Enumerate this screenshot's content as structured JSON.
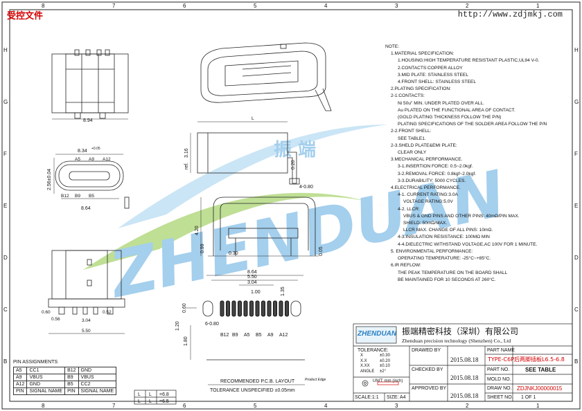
{
  "header": {
    "stamp": "受控文件",
    "url": "http://www.zdjmkj.com"
  },
  "watermark": {
    "text": "ZHENDUAN",
    "cn": "振 端"
  },
  "border": {
    "cols": [
      "8",
      "7",
      "6",
      "5",
      "4",
      "3",
      "2",
      "1"
    ],
    "rows": [
      "H",
      "G",
      "F",
      "E",
      "D",
      "C",
      "B",
      "A"
    ]
  },
  "dims": {
    "top_width": "8.94",
    "front_width_top": "8.34",
    "front_tol": "+0.05",
    "front_height": "2.56±0.04",
    "front_pins_top": [
      "A5",
      "A9",
      "A12"
    ],
    "front_pins_bottom": [
      "B12",
      "B9",
      "B5"
    ],
    "front_width_bottom": "8.64",
    "side_height": "3.16",
    "side_height_prefix": "ref.",
    "lead_0_20": "0.20",
    "lead_4x": "4-0.80",
    "profile_height": "4.20",
    "profile_099": "0.99",
    "profile_030": "0.30",
    "profile_005": "0.05",
    "side2_060": "0.60",
    "side2_056": "0.56",
    "side2_304": "3.04",
    "side2_052": "0.52",
    "side2_550": "5.50",
    "pcb_864": "8.64",
    "pcb_550": "5.50",
    "pcb_304": "3.04",
    "pcb_100": "1.00",
    "pcb_135": "1.35",
    "pcb_060": "0.60",
    "pcb_120": "1.20",
    "pcb_180": "1.80",
    "pcb_6x": "6-0.80",
    "pcb_pins": [
      "B12",
      "B9",
      "A5",
      "B5",
      "A9",
      "A12"
    ],
    "pcb_caption": "RECOMMENDED  P.C.B. LAYOUT",
    "pcb_tolerance": "TOLERANCE  UNSPECIFIED  ±0.05mm",
    "pcb_edge": "Product Edge"
  },
  "notes": [
    {
      "lvl": "n1",
      "t": "NOTE:"
    },
    {
      "lvl": "n2",
      "t": "1.MATERIAL SPECIFICATION:"
    },
    {
      "lvl": "n3",
      "t": "1.HOUSING:HIGH TEMPERATURE RESISTANT PLASTIC,UL94 V-0."
    },
    {
      "lvl": "n3",
      "t": "2.CONTACTS:COPPER ALLOY"
    },
    {
      "lvl": "n3",
      "t": "3.MID PLATE:  STAINLESS STEEL"
    },
    {
      "lvl": "n3",
      "t": "4.FRONT SHELL:  STAINLESS STEEL"
    },
    {
      "lvl": "n2",
      "t": "2.PLATING SPECIFICATION:"
    },
    {
      "lvl": "n2",
      "t": "  2-1:CONTACTS:"
    },
    {
      "lvl": "n3",
      "t": "Ni 50u\" MIN. UNDER PLATED OVER ALL."
    },
    {
      "lvl": "n3",
      "t": "Au PLATED ON THE FUNCTIONAL AREA OF CONTACT."
    },
    {
      "lvl": "n3",
      "t": "(GOLD PLATING THICKNESS FOLLOW THE P/N)"
    },
    {
      "lvl": "n3",
      "t": "PLATING SPECIFICATIONS OF THE SOLDER AREA FOLLOW THE P/N"
    },
    {
      "lvl": "n2",
      "t": "  2-2.FRONT SHELL:"
    },
    {
      "lvl": "n3",
      "t": "SEE TABLE1."
    },
    {
      "lvl": "n2",
      "t": "  2-3.SHELD PLATE&EMI PLATE:"
    },
    {
      "lvl": "n3",
      "t": "CLEAR ONLY"
    },
    {
      "lvl": "n2",
      "t": "3.MECHANICAL PERFORMANCE."
    },
    {
      "lvl": "n3",
      "t": "3-1.INSERTION FORCE:  0.5~2.0kgf."
    },
    {
      "lvl": "n3",
      "t": "3-2.REMOVAL FORCE:  0.8kgf~2.0kgf."
    },
    {
      "lvl": "n3",
      "t": "3-3.DURABILITY:  5000 CYCLES."
    },
    {
      "lvl": "n2",
      "t": "4.ELECTRICAL PERFORMANCE."
    },
    {
      "lvl": "n3",
      "t": "4-1. CURRENT RATING:3.0A"
    },
    {
      "lvl": "n4",
      "t": "VOLTAGE RATING:5.0V"
    },
    {
      "lvl": "n3",
      "t": "4-2. LLCR:"
    },
    {
      "lvl": "n4",
      "t": "VBUS & GND PINS AND OTHER PINS:  40mΩ/PIN MAX."
    },
    {
      "lvl": "n4",
      "t": "      SHIELD:  50mΩ/MAX."
    },
    {
      "lvl": "n4",
      "t": "      LLCR MAX. CHANGE OF ALL PINS:  10mΩ."
    },
    {
      "lvl": "n3",
      "t": "4-3.INSULATION RESISTANCE:  100MΩ  MIN"
    },
    {
      "lvl": "n3",
      "t": "4-4.DIELECTRIC WITHSTAND VOLTAGE,AC 100V FOR 1 MINUTE."
    },
    {
      "lvl": "n2",
      "t": "5. ENVIRONMENTAL PERFORMANCE:"
    },
    {
      "lvl": "n3",
      "t": "OPERATING TEMPERATURE:  -25°C~+85°C."
    },
    {
      "lvl": "n2",
      "t": "6.IR REFLOW:"
    },
    {
      "lvl": "n3",
      "t": "THE PEAK TEMPERATURE ON THE BOARD SHALL"
    },
    {
      "lvl": "n3",
      "t": "BE MAINTAINED FOR 10 SECONDS AT 260°C."
    }
  ],
  "pin_table": {
    "title": "PIN ASSIGNMENTS",
    "rows": [
      [
        "A5",
        "CC1",
        "B12",
        "GND"
      ],
      [
        "A9",
        "VBUS",
        "B9",
        "VBUS"
      ],
      [
        "A12",
        "GND",
        "B5",
        "CC2"
      ],
      [
        "PIN",
        "SIGNAL NAME",
        "PIN",
        "SIGNAL NAME"
      ]
    ]
  },
  "size_table": {
    "rows": [
      [
        "L",
        "L",
        "=6.8"
      ],
      [
        "L",
        "L",
        "=6.5"
      ]
    ]
  },
  "title_block": {
    "logo": "ZHENDUAN",
    "company_cn": "振端精密科技（深圳）有限公司",
    "company_en": "Zhenduan precision technology (Shenzhen) Co., Ltd",
    "tolerance_label": "TOLERANCE:",
    "tolerances": [
      {
        "k": "X",
        "v": "±0.30"
      },
      {
        "k": "X.X",
        "v": "±0.20"
      },
      {
        "k": "X.XX",
        "v": "±0.10"
      },
      {
        "k": "ANGLE",
        "v": "±2°"
      }
    ],
    "drawn_by": "DRAWED BY",
    "checked_by": "CHECKED BY",
    "approved_by": "APPROVED BY",
    "date1": "2015.08.18",
    "date2": "2015.08.18",
    "date3": "2015.08.18",
    "part_name_label": "PART NAME",
    "part_name": "TYPE-C6P后两脚插板L6.5-6.8",
    "part_no_label": "PART NO.",
    "part_no": "SEE TABLE",
    "mold_no_label": "MOLD NO.",
    "draw_no_label": "DRAW NO.",
    "draw_no": "ZDJNKJ00000015",
    "sheet_no_label": "SHEET NO.",
    "sheet_no": "1 OF 1",
    "unit": "UNIT:  mm (inch)",
    "scale": "SCALE:1:1",
    "size": "SIZE: A4"
  }
}
